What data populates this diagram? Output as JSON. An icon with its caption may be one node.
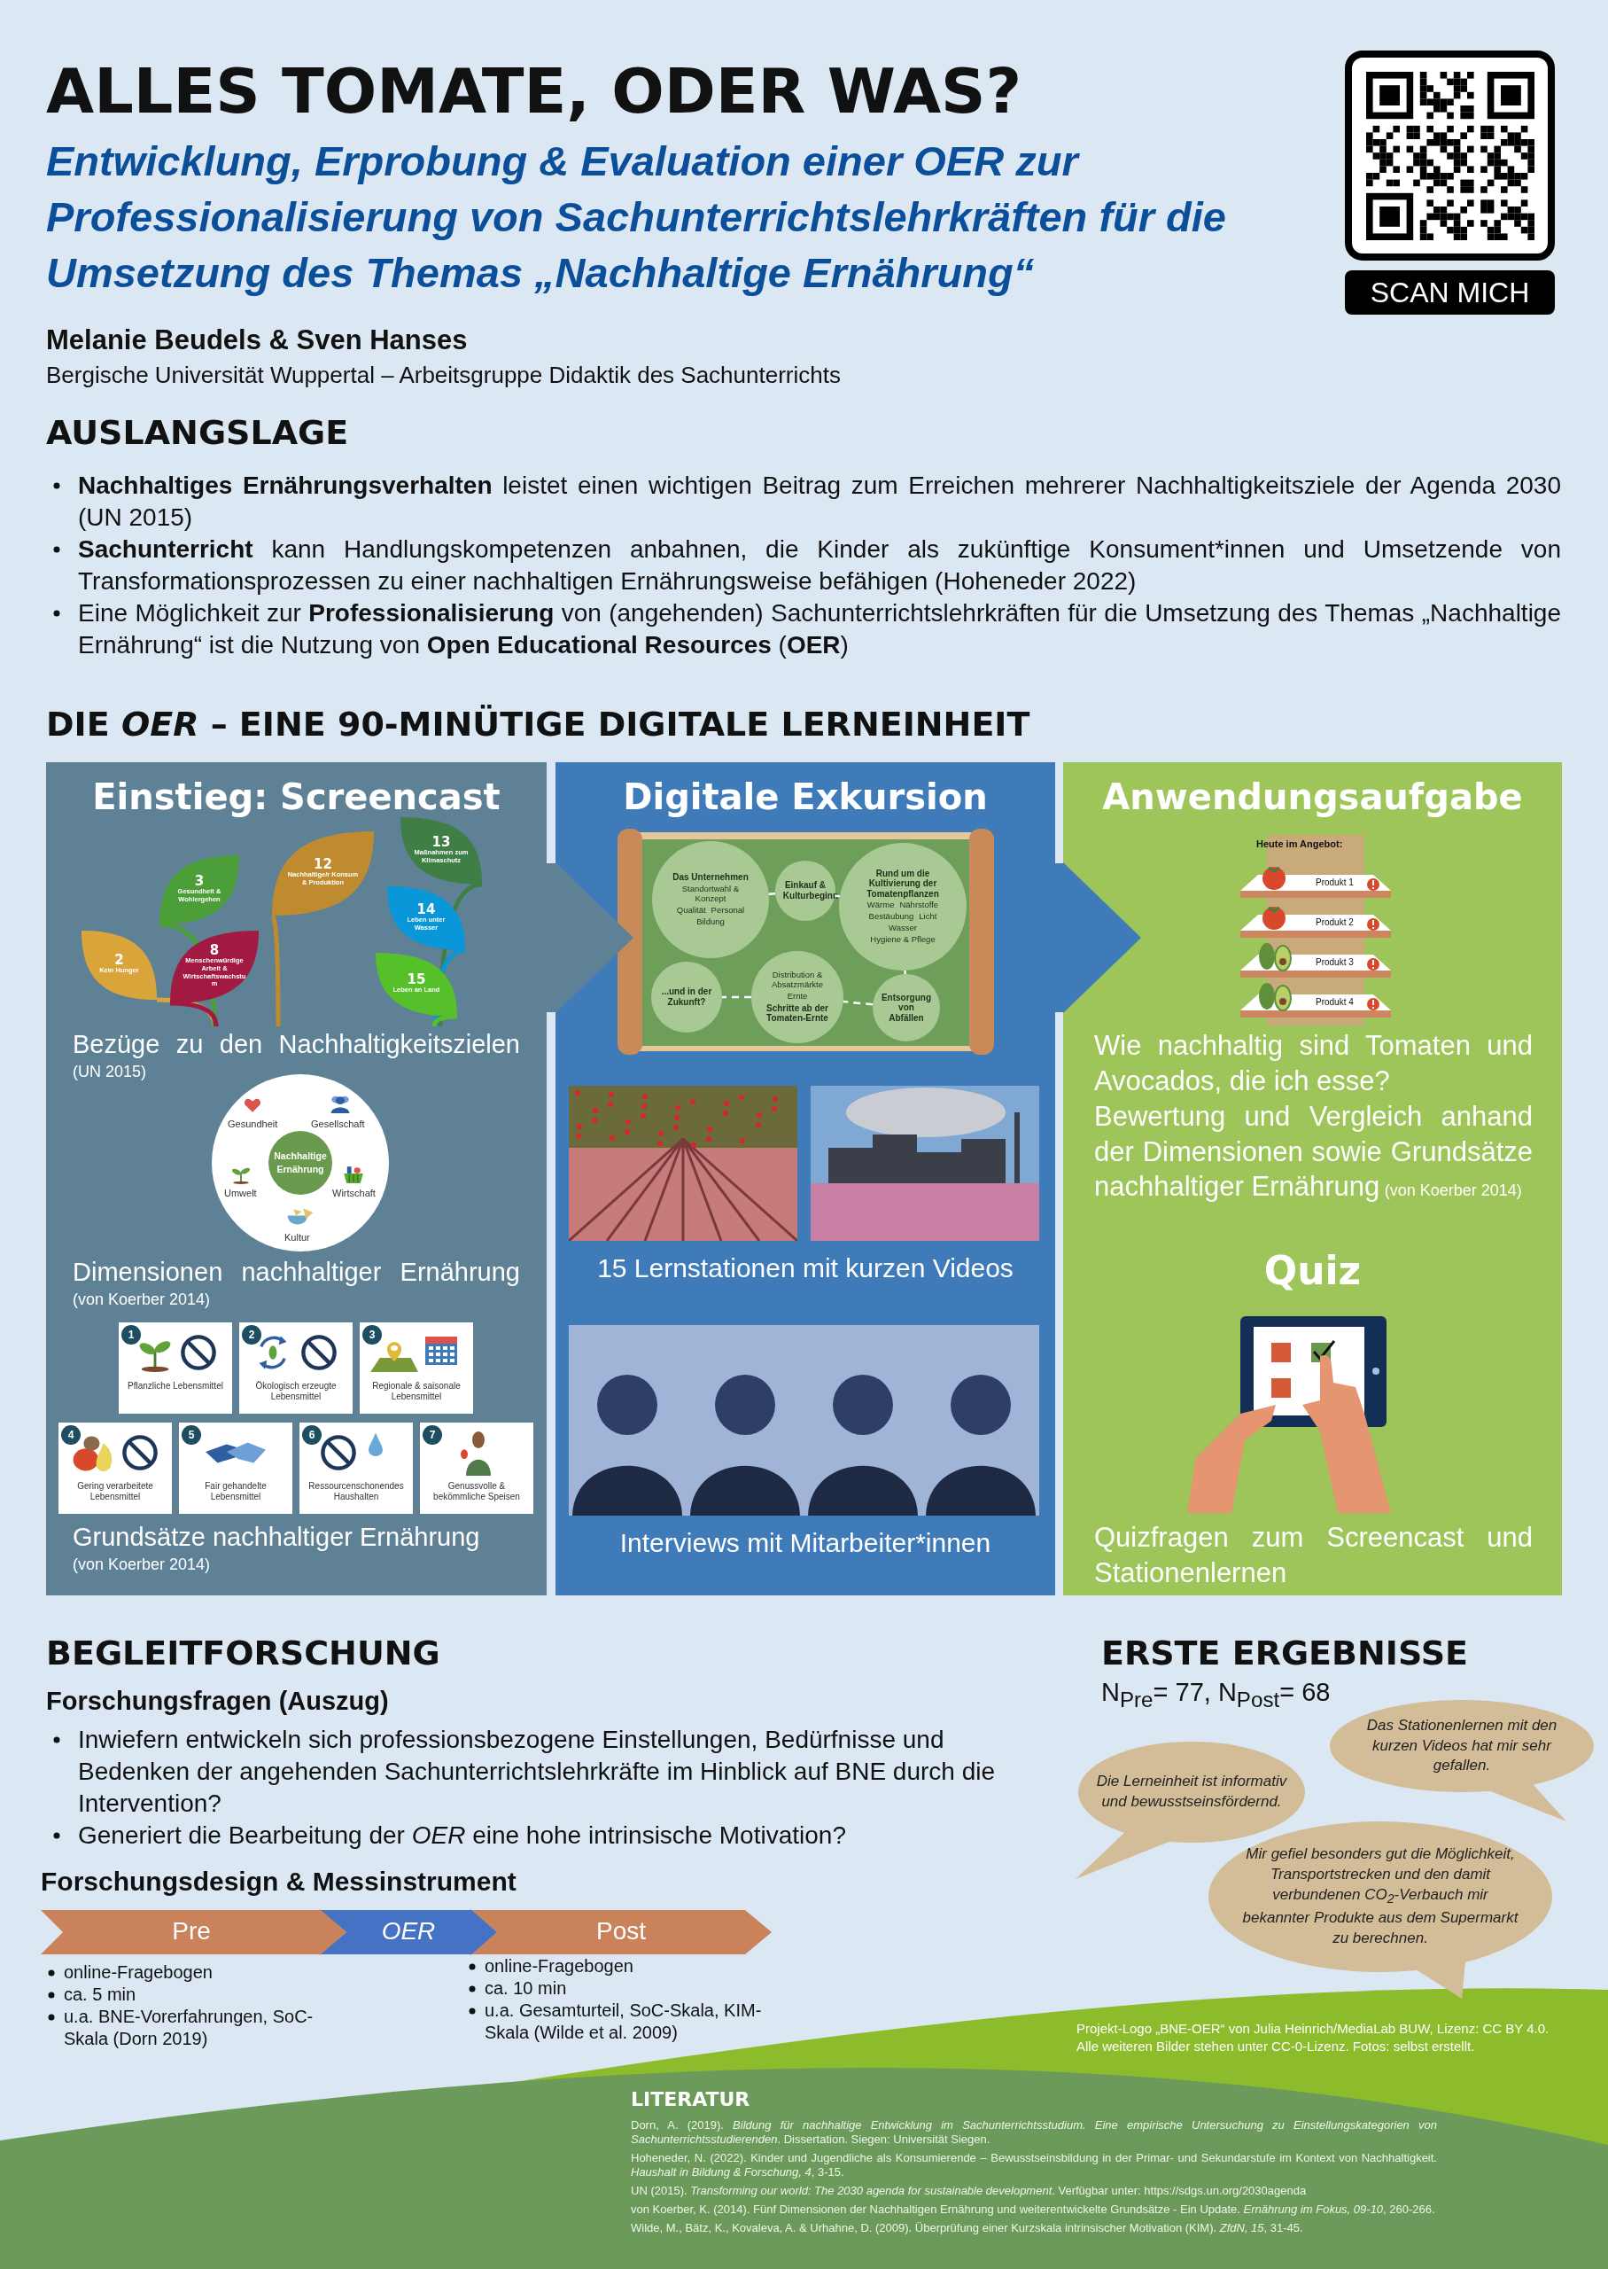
{
  "diagram": {
    "title": "ALLES TOMATE, ODER WAS?",
    "nodes": [
      {
        "text": [
          "Einstieg: Screencast",
          "Bezüge zu den Nachhaltigkeitszielen",
          "(UN 2015)",
          "Dimensionen nachhaltiger Ernährung",
          "(von Koerber 2014)",
          "Grundsätze nachhaltiger Ernährung",
          "(von Koerber 2014)"
        ]
      },
      {
        "text": [
          "Digitale Exkursion",
          "15 Lernstationen mit kurzen Videos",
          "Interviews mit Mitarbeiter*innen"
        ]
      },
      {
        "text": [
          "Anwendungsaufgabe",
          "Wie nachhaltig sind Tomaten und Avocados, die ich esse?",
          "Bewertung und Vergleich anhand der Dimensionen sowie Grundsätze nachhaltiger Ernährung",
          "(von Koerber 2014)",
          "Quiz",
          "Quizfragen zum Screencast und Stationenlernen"
        ]
      },
      {
        "text": [
          "2",
          "Kein Hunger"
        ],
        "in": 0
      },
      {
        "text": [
          "3",
          "Gesundheit & Wohlergehen"
        ],
        "in": 0
      },
      {
        "text": [
          "8",
          "Menschenwürdige Arbeit & Wirtschaftswachstum"
        ],
        "in": 0
      },
      {
        "text": [
          "12",
          "Nachhaltige/r Konsum & Produktion"
        ],
        "in": 0
      },
      {
        "text": [
          "13",
          "Maßnahmen zum Klimaschutz"
        ],
        "in": 0
      },
      {
        "text": [
          "14",
          "Leben unter Wasser"
        ],
        "in": 0
      },
      {
        "text": [
          "15",
          "Leben an Land"
        ],
        "in": 0
      },
      {
        "text": [
          "Gesundheit",
          "Gesellschaft",
          "Umwelt",
          "Wirtschaft",
          "Kultur"
        ],
        "in": 0
      },
      {
        "text": [
          "Nachhaltige Ernährung"
        ],
        "in": 10
      },
      {
        "text": [
          "1",
          "Pflanzliche Lebensmittel"
        ],
        "in": 0
      },
      {
        "text": [
          "2",
          "Ökologisch erzeugte Lebensmittel"
        ],
        "in": 0
      },
      {
        "text": [
          "3",
          "Regionale & saisonale Lebensmittel"
        ],
        "in": 0
      },
      {
        "text": [
          "4",
          "Gering verarbeitete Lebensmittel"
        ],
        "in": 0
      },
      {
        "text": [
          "5",
          "Fair gehandelte Lebensmittel"
        ],
        "in": 0
      },
      {
        "text": [
          "6",
          "Ressourcenschonendes Haushalten"
        ],
        "in": 0
      },
      {
        "text": [
          "7",
          "Genussvolle & bekömmliche Speisen"
        ],
        "in": 0
      },
      {
        "text": [],
        "shape": "picture",
        "in": 1
      },
      {
        "text": [
          "Das Unternehmen",
          "Standortwahl & Konzept",
          "Qualität",
          "Personal",
          "Bildung"
        ],
        "in": 19
      },
      {
        "text": [
          "Einkauf & Kulturbeginn"
        ],
        "in": 19
      },
      {
        "text": [
          "Rund um die Kultivierung der Tomatenpflanzen",
          "Wärme",
          "Nährstoffe",
          "Bestäubung",
          "Licht",
          "Wasser",
          "Hygiene & Pflege"
        ],
        "in": 19
      },
      {
        "text": [
          "Entsorgung von Abfällen"
        ],
        "in": 19
      },
      {
        "text": [
          "Distribution & Absatzmärkte",
          "Ernte",
          "Schritte ab der Tomaten-Ernte"
        ],
        "in": 19
      },
      {
        "text": [
          "...und in der Zukunft?"
        ],
        "in": 19
      },
      {
        "text": [
          "Pre"
        ],
        "beside": [
          "online-Fragebogen",
          "ca. 5 min",
          "u.a. BNE-Vorerfahrungen, SoC-Skala (Dorn 2019)"
        ]
      },
      {
        "text": [
          "OER"
        ]
      },
      {
        "text": [
          "Post"
        ],
        "beside": [
          "online-Fragebogen",
          "ca. 10 min",
          "u.a. Gesamturteil, SoC-Skala, KIM-Skala (Wilde et al. 2009)"
        ]
      },
      {
        "text": [
          "Das Stationenlernen mit den kurzen Videos hat mir sehr gefallen."
        ]
      },
      {
        "text": [
          "Die Lerneinheit ist informativ und bewusstseinsfördernd."
        ]
      },
      {
        "text": [
          "Mir gefiel besonders gut die Möglichkeit, Transportstrecken und den damit verbundenen CO$_{2}$-Verbauch mir bekannter Produkte aus dem Supermarkt zu berechnen."
        ]
      }
    ],
    "edges": [
      {
        "from": 0,
        "to": 1,
        "arrow": "to",
        "style": "thick",
        "color": "#5f8196"
      },
      {
        "from": 1,
        "to": 2,
        "arrow": "to",
        "style": "thick",
        "color": "#3f7ab9"
      },
      {
        "from": 20,
        "to": 21,
        "arrow": "none",
        "style": "dashed"
      },
      {
        "from": 21,
        "to": 22,
        "arrow": "none",
        "style": "dashed"
      },
      {
        "from": 22,
        "to": 23,
        "arrow": "none",
        "style": "dashed"
      },
      {
        "from": 23,
        "to": 24,
        "arrow": "none",
        "style": "dashed"
      },
      {
        "from": 24,
        "to": 25,
        "arrow": "none",
        "style": "dashed"
      },
      {
        "from": 26,
        "to": 27,
        "arrow": "to",
        "style": "thick",
        "color": "#c9825a"
      },
      {
        "from": 27,
        "to": 28,
        "arrow": "to",
        "style": "thick",
        "color": "#4472c4"
      }
    ],
    "labels": [
      "Entwicklung, Erprobung & Evaluation einer OER zur Professionalisierung von Sachunterrichtslehrkräften für die Umsetzung des Themas „Nachhaltige Ernährung“",
      "SCAN MICH",
      "Melanie Beudels & Sven Hanses",
      "Bergische Universität Wuppertal – Arbeitsgruppe Didaktik des Sachunterrichts",
      "AUSLANGSLAGE",
      "**Nachhaltiges Ernährungsverhalten** leistet einen wichtigen Beitrag zum Erreichen mehrerer Nachhaltigkeitsziele der Agenda 2030 (UN 2015)",
      "**Sachunterricht** kann Handlungskompetenzen anbahnen, die Kinder als zukünftige Konsument*innen und Umsetzende von Transformationsprozessen zu einer nachhaltigen Ernährungsweise befähigen (Hoheneder 2022)",
      "Eine Möglichkeit zur **Professionalisierung** von (angehenden) Sachunterrichtslehrkräften für die Umsetzung des Themas „Nachhaltige Ernährung“ ist die Nutzung von **Open Educational Resources** (**OER**)",
      "DIE *OER* – EINE 90-MINÜTIGE DIGITALE LERNEINHEIT",
      "Heute im Angebot:",
      "Produkt 1",
      "Produkt 2",
      "Produkt 3",
      "Produkt 4",
      "BEGLEITFORSCHUNG",
      "Forschungsfragen (Auszug)",
      "Inwiefern entwickeln sich professionsbezogene Einstellungen, Bedürfnisse und Bedenken der angehenden Sachunterrichtslehrkräfte im Hinblick auf BNE durch die Intervention?",
      "Generiert die Bearbeitung der *OER* eine hohe intrinsische Motivation?",
      "Forschungsdesign & Messinstrument",
      "ERSTE ERGEBNISSE",
      "N$_{Pre}$= 77, N$_{Post}$= 68",
      "Projekt-Logo „BNE-OER“ von Julia Heinrich/MediaLab BUW, Lizenz: CC BY 4.0.",
      "Alle weiteren Bilder stehen unter CC-0-Lizenz. Fotos: selbst erstellt.",
      "LITERATUR",
      "Dorn, A. (2019). *Bildung für nachhaltige Entwicklung im Sachunterrichtsstudium. Eine empirische Untersuchung zu Einstellungskategorien von Sachunterrichtsstudierenden*. Dissertation. Siegen: Universität Siegen.",
      "Hoheneder, N. (2022). Kinder und Jugendliche als Konsumierende – Bewusstseinsbildung in der Primar- und Sekundarstufe im Kontext von Nachhaltigkeit. *Haushalt in Bildung & Forschung, 4*, 3-15.",
      "UN (2015). *Transforming our world: The 2030 agenda for sustainable development*. Verfügbar unter: https://sdgs.un.org/2030agenda",
      "von Koerber, K. (2014). Fünf Dimensionen der Nachhaltigen Ernährung und weiterentwickelte Grundsätze - Ein Update. *Ernährung im Fokus, 09-10*, 260-266.",
      "Wilde, M., Bätz, K., Kovaleva, A. & Urhahne, D. (2009). Überprüfung einer Kurzskala intrinsischer Motivation (KIM). *ZfdN, 15*, 31-45."
    ]
  }
}
